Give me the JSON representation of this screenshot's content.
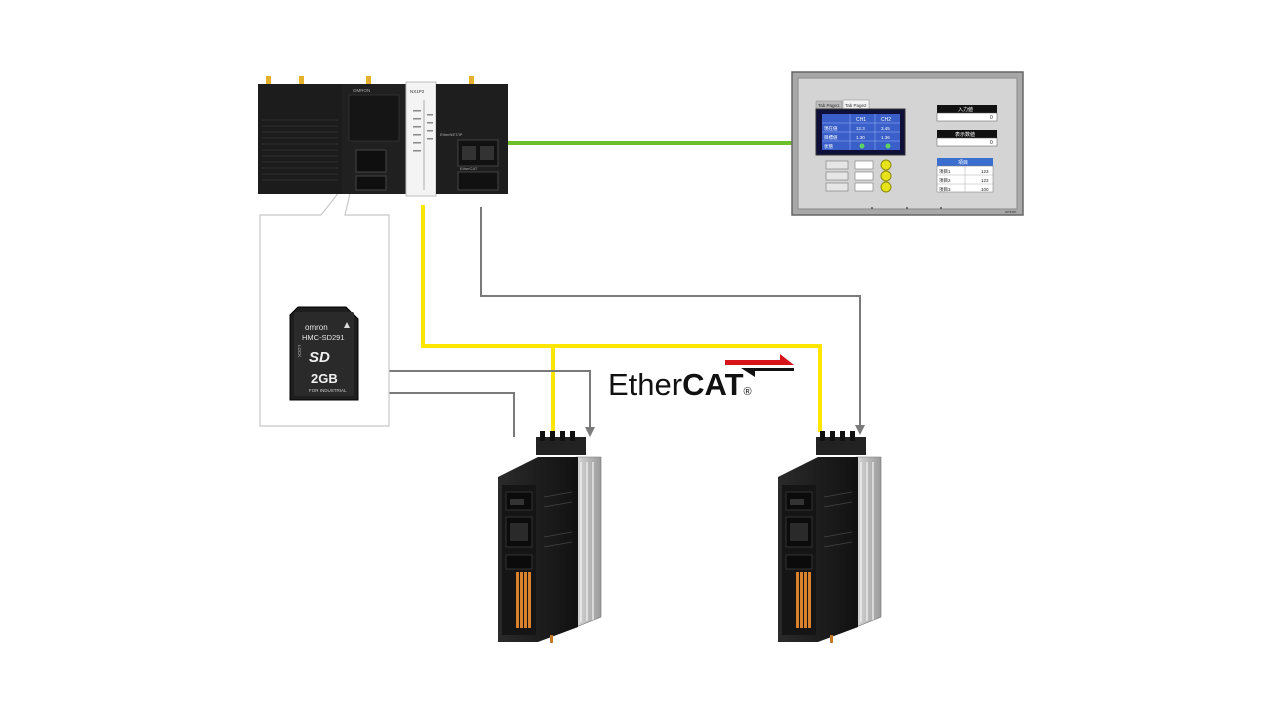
{
  "controller": {
    "module_labels": [
      "NX1P2",
      "OMRON"
    ],
    "port_labels": [
      "EtherNET/IP",
      "EtherCAT"
    ]
  },
  "hmi": {
    "tabs": [
      "Tab Page1",
      "Tab Page2"
    ],
    "table_header": [
      "",
      "CH1",
      "CH2"
    ],
    "table_rows": [
      [
        "現在値",
        "12.3",
        "3.45"
      ],
      [
        "目標値",
        "1.30",
        "1.36"
      ],
      [
        "状態",
        "",
        ""
      ]
    ],
    "panels": [
      {
        "title": "入力値",
        "value": "0"
      },
      {
        "title": "表示数値",
        "value": "0"
      }
    ],
    "side_table_title": "項目",
    "side_table_rows": [
      [
        "項目1",
        "123"
      ],
      [
        "項目2",
        "123"
      ],
      [
        "項目3",
        "100"
      ]
    ],
    "brand": "omron"
  },
  "sd_card": {
    "brand": "omron",
    "model": "HMC-SD291",
    "logo": "SD",
    "capacity": "2GB",
    "note": "FOR INDUSTRIAL",
    "lock": "LOCK"
  },
  "ethercat_logo": {
    "text_light": "Ether",
    "text_bold": "CAT",
    "mark": "®"
  },
  "colors": {
    "ethercat_line": "#ffe600",
    "ethernet_line": "#6cbf2a",
    "data_arrow": "#7a7a7a",
    "callout": "#c8c8c8",
    "logo_red": "#d7141a"
  }
}
